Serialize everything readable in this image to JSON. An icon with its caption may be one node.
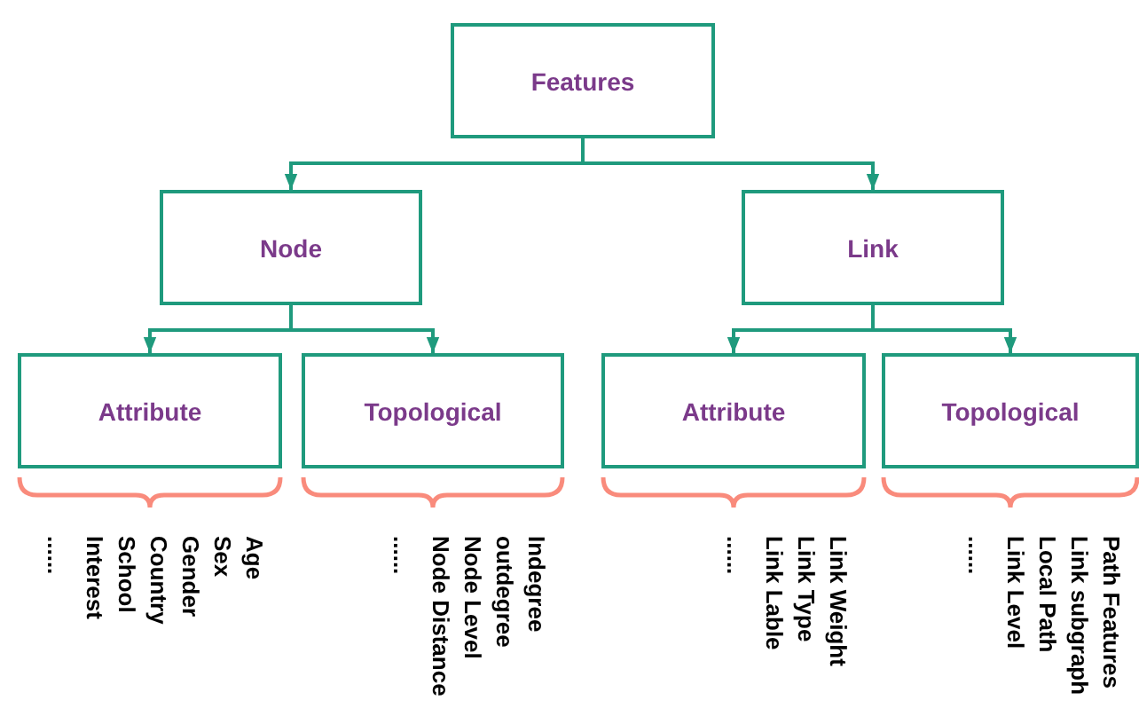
{
  "diagram": {
    "nodes": [
      {
        "text": [
          "Features"
        ]
      },
      {
        "text": [
          "Node"
        ]
      },
      {
        "text": [
          "Link"
        ]
      },
      {
        "text": [
          "Attribute"
        ],
        "beside": [
          "Age",
          "Sex",
          "Gender",
          "Country",
          "School",
          "Interest",
          "......"
        ]
      },
      {
        "text": [
          "Topological"
        ],
        "beside": [
          "Indegree",
          "outdegree",
          "Node Level",
          "Node Distance",
          "......"
        ]
      },
      {
        "text": [
          "Attribute"
        ],
        "beside": [
          "Link Weight",
          "Link Type",
          "Link Lable",
          "......"
        ]
      },
      {
        "text": [
          "Topological"
        ],
        "beside": [
          "Path Features",
          "Link subgraph",
          "Local Path",
          "Link Level",
          "......"
        ]
      }
    ],
    "edges": [
      {
        "from": 0,
        "to": 1,
        "arrow": "to"
      },
      {
        "from": 0,
        "to": 2,
        "arrow": "to"
      },
      {
        "from": 1,
        "to": 3,
        "arrow": "to"
      },
      {
        "from": 1,
        "to": 4,
        "arrow": "to"
      },
      {
        "from": 2,
        "to": 5,
        "arrow": "to"
      },
      {
        "from": 2,
        "to": 6,
        "arrow": "to"
      }
    ]
  }
}
